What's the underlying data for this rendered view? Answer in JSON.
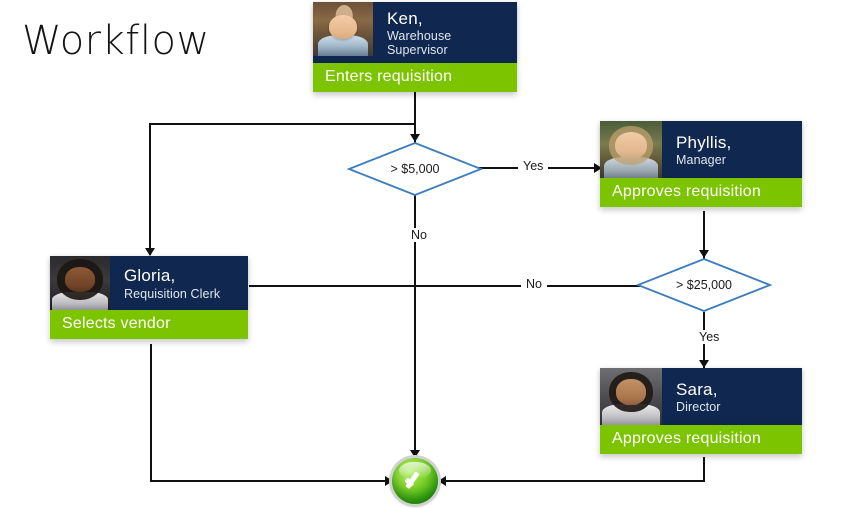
{
  "page": {
    "title": "Workflow",
    "colors": {
      "card_header": "#10284F",
      "card_action": "#7DC400",
      "diamond_stroke": "#3C7DBF",
      "connector": "#111111",
      "end_node_green": "#36A610",
      "background": "#FFFFFF"
    }
  },
  "nodes": {
    "ken": {
      "name": "Ken,",
      "role": "Warehouse Supervisor",
      "action": "Enters requisition",
      "photo_icon": "person-photo-ken"
    },
    "phyllis": {
      "name": "Phyllis,",
      "role": "Manager",
      "action": "Approves requisition",
      "photo_icon": "person-photo-phyllis"
    },
    "gloria": {
      "name": "Gloria,",
      "role": "Requisition Clerk",
      "action": "Selects vendor",
      "photo_icon": "person-photo-gloria"
    },
    "sara": {
      "name": "Sara,",
      "role": "Director",
      "action": "Approves requisition",
      "photo_icon": "person-photo-sara"
    },
    "decision_1": {
      "label": "> $5,000"
    },
    "decision_2": {
      "label": "> $25,000"
    },
    "end": {
      "icon": "green-check-circle-icon"
    }
  },
  "edges": {
    "d1_yes": "Yes",
    "d1_no": "No",
    "d2_no": "No",
    "d2_yes": "Yes"
  }
}
